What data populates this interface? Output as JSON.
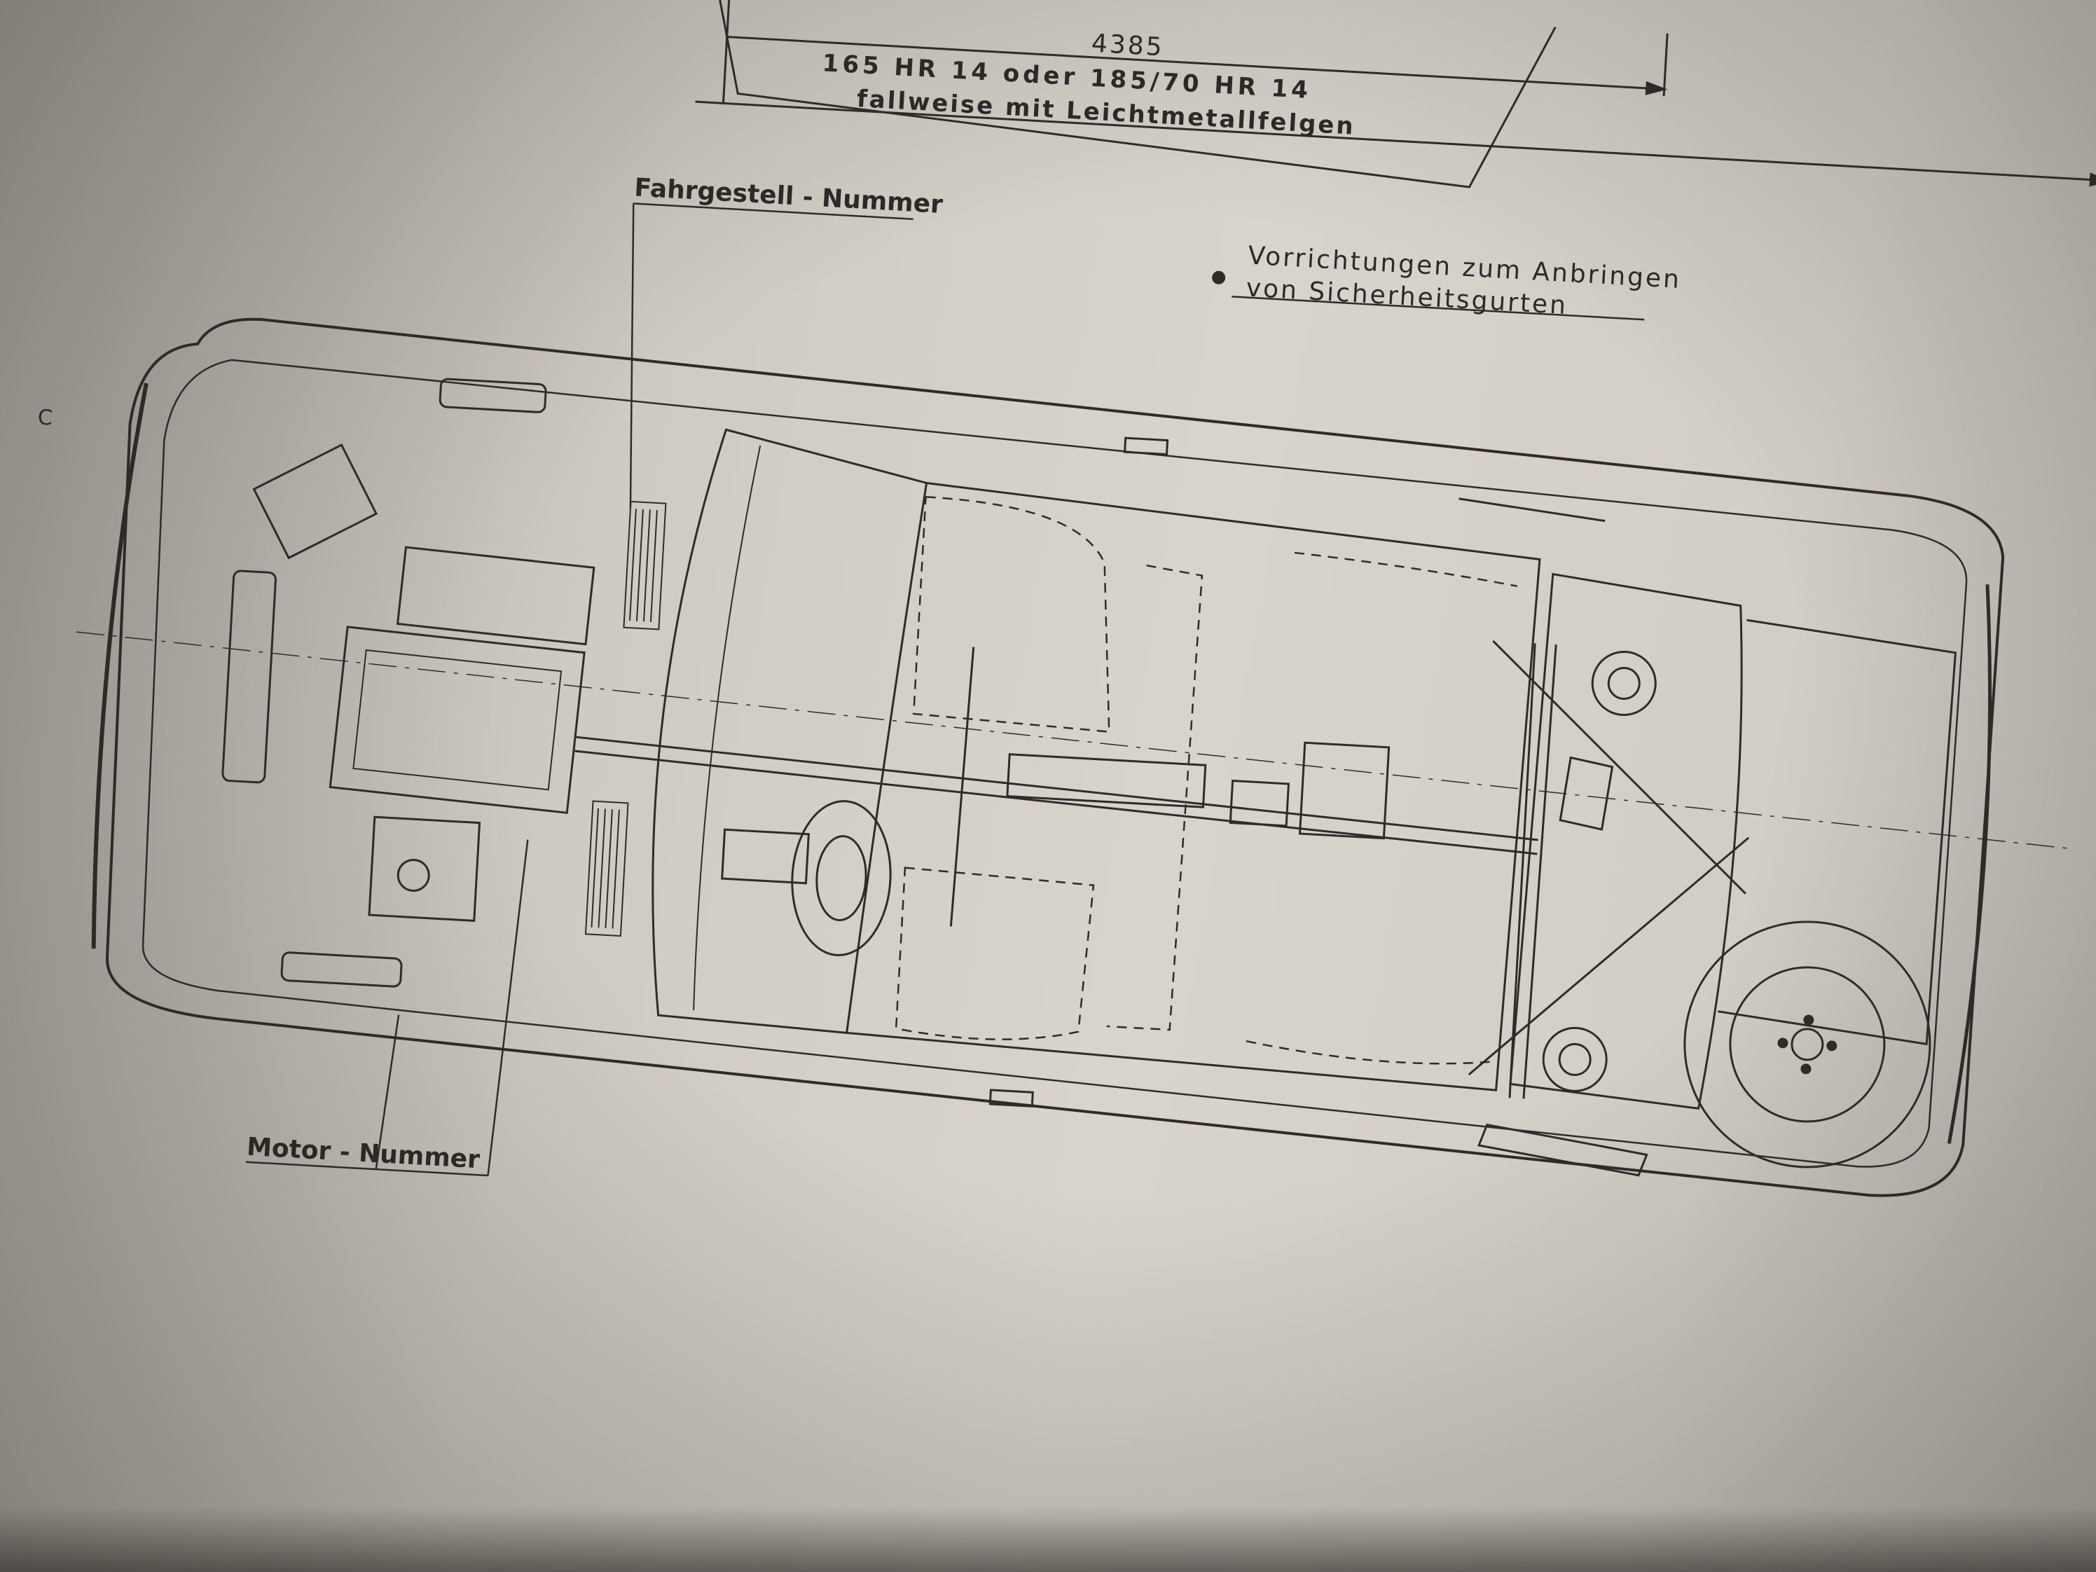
{
  "diagram": {
    "overall_length": "4385",
    "tire_spec_line1": "165 HR 14   oder   185/70 HR 14",
    "tire_spec_line2": "fallweise mit Leichtmetallfelgen",
    "chassis_number_label": "Fahrgestell - Nummer",
    "seatbelt_note_line1": "Vorrichtungen zum Anbringen",
    "seatbelt_note_line2": "von Sicherheitsgurten",
    "engine_number_label": "Motor - Nummer",
    "section_marker": "C"
  },
  "colors": {
    "paper": "#d4d0c8",
    "ink": "#2b2a28"
  }
}
